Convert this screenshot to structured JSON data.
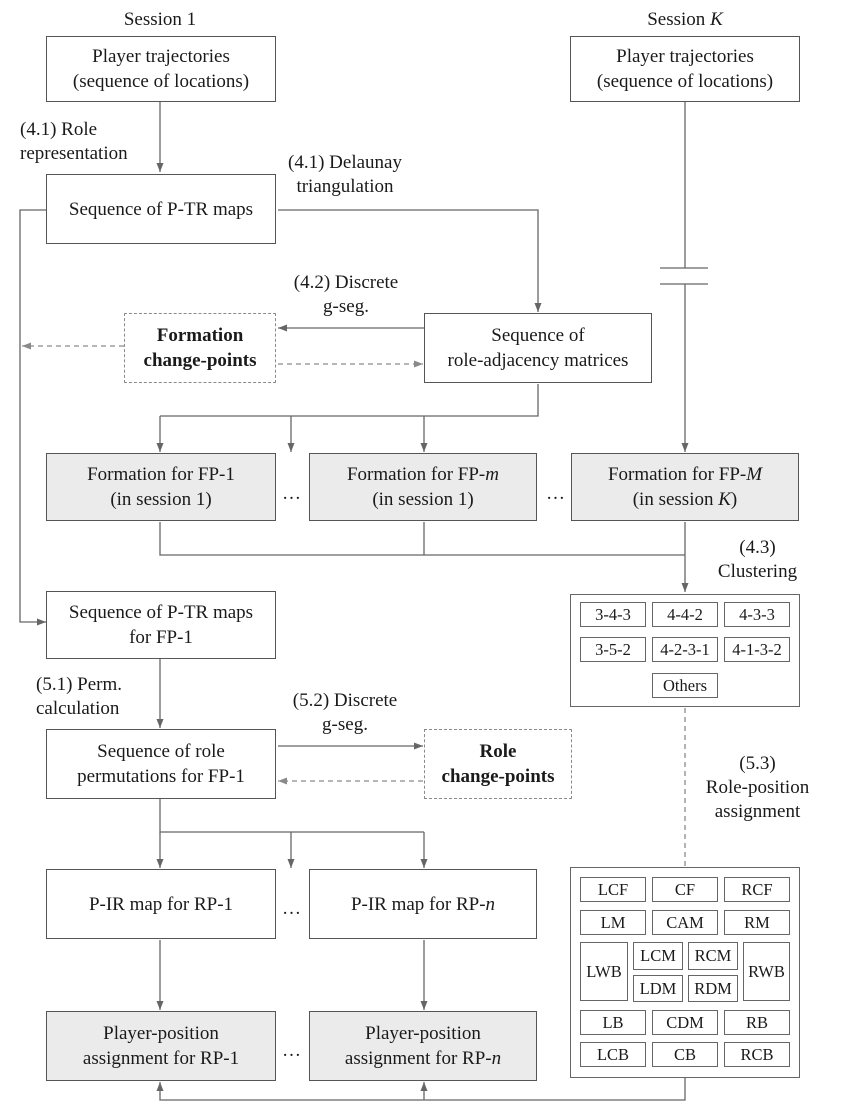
{
  "sessions": {
    "left": "Session 1",
    "right_prefix": "Session ",
    "right_var": "K"
  },
  "boxes": {
    "traj_left": "Player trajectories\n(sequence of locations)",
    "traj_right": "Player trajectories\n(sequence of locations)",
    "ptr_maps": "Sequence of P-TR maps",
    "formation_cp": "Formation\nchange-points",
    "adjacency": "Sequence of\nrole-adjacency matrices",
    "fp1_a": "Formation for FP-1",
    "fp1_b": "(in session 1)",
    "fpm_a": "Formation for FP-",
    "fpm_var": "m",
    "fpm_b": "(in session 1)",
    "fpM_a": "Formation for FP-",
    "fpM_var": "M",
    "fpM_b1": "(in session ",
    "fpM_bvar": "K",
    "fpM_b2": ")",
    "ptr_fp1": "Sequence of P-TR maps\nfor FP-1",
    "perm": "Sequence of role\npermutations for FP-1",
    "role_cp": "Role\nchange-points",
    "pir1": "P-IR map for RP-1",
    "pirn_a": "P-IR map for RP-",
    "pirn_var": "n",
    "ppa1": "Player-position\nassignment for RP-1",
    "ppan_a": "Player-position",
    "ppan_b": "assignment for RP-",
    "ppan_var": "n"
  },
  "labels": {
    "role_rep": "(4.1) Role\nrepresentation",
    "delaunay": "(4.1) Delaunay\ntriangulation",
    "discrete_42": "(4.2) Discrete\ng-seg.",
    "clustering": "(4.3)\nClustering",
    "perm_calc": "(5.1) Perm.\ncalculation",
    "discrete_52": "(5.2) Discrete\ng-seg.",
    "role_pos": "(5.3)\nRole-position\nassignment",
    "ellipsis": "…"
  },
  "formations": [
    "3-4-3",
    "4-4-2",
    "4-3-3",
    "3-5-2",
    "4-2-3-1",
    "4-1-3-2",
    "Others"
  ],
  "positions": {
    "row1": [
      "LCF",
      "CF",
      "RCF"
    ],
    "row2": [
      "LM",
      "CAM",
      "RM"
    ],
    "lwb": "LWB",
    "rwb": "RWB",
    "mid_top": [
      "LCM",
      "RCM"
    ],
    "mid_bot": [
      "LDM",
      "RDM"
    ],
    "row5": [
      "LB",
      "CDM",
      "RB"
    ],
    "row6": [
      "LCB",
      "CB",
      "RCB"
    ]
  },
  "colors": {
    "box_fill": "#ebebeb",
    "line": "#666666",
    "dashed": "#8a8a8a"
  }
}
